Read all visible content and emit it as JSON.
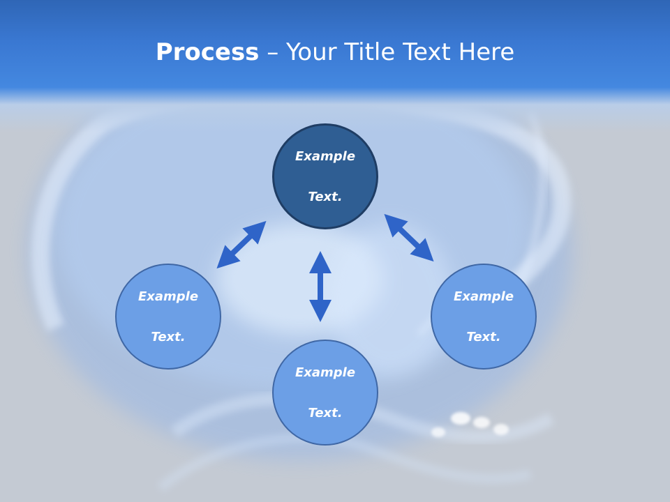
{
  "slide": {
    "title_bold": "Process",
    "title_rest": " – Your Title Text Here"
  },
  "diagram": {
    "nodes": [
      {
        "id": "top",
        "line1": "Example",
        "line2": "Text."
      },
      {
        "id": "left",
        "line1": "Example",
        "line2": "Text."
      },
      {
        "id": "right",
        "line1": "Example",
        "line2": "Text."
      },
      {
        "id": "bottom",
        "line1": "Example",
        "line2": "Text."
      }
    ]
  },
  "colors": {
    "header": "#3a78d2",
    "node_dark": "#2f5e93",
    "node_light": "#6c9fe6",
    "arrow": "#2f64c8"
  }
}
